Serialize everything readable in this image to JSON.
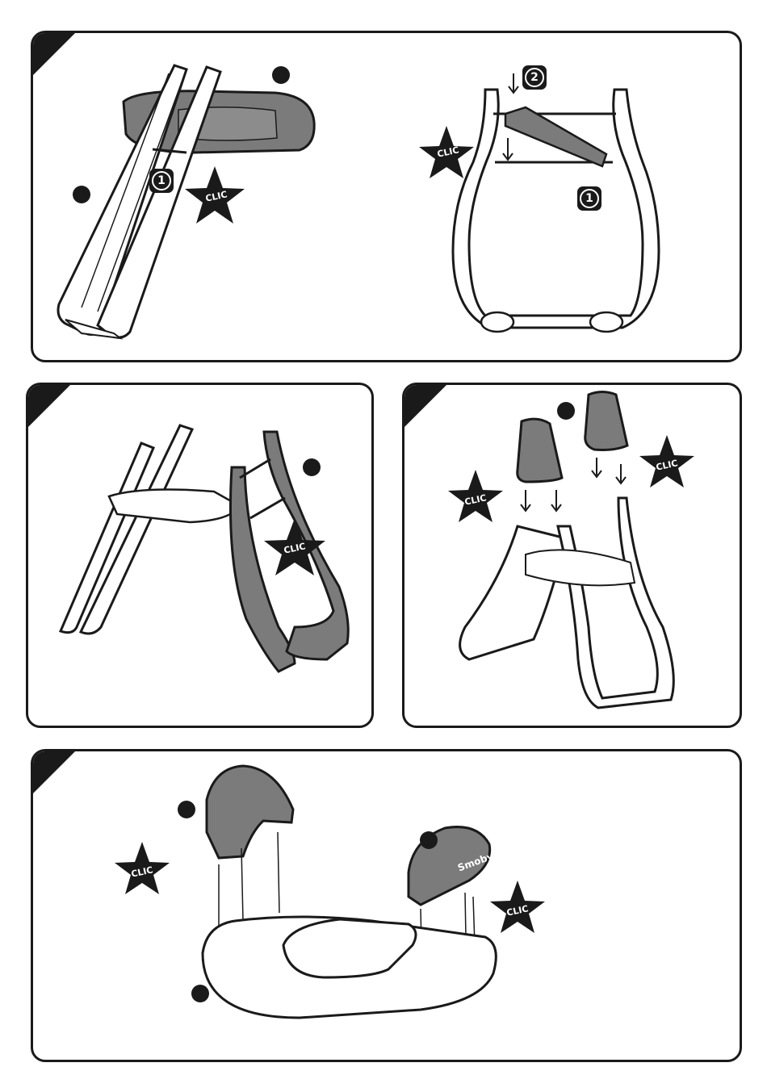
{
  "colors": {
    "ink": "#1a1a1a",
    "part_gray": "#7b7b7b",
    "white": "#ffffff"
  },
  "steps": [
    {
      "badges": [
        "1"
      ],
      "stars": [
        "CLIC"
      ]
    },
    {
      "badges": [
        "2",
        "1"
      ],
      "stars": [
        "CLIC"
      ]
    },
    {
      "stars": [
        "CLIC"
      ]
    },
    {
      "stars": [
        "CLIC",
        "CLIC"
      ]
    },
    {
      "stars": [
        "CLIC",
        "CLIC"
      ]
    }
  ],
  "brand": {
    "logo_text": "Smoby"
  }
}
